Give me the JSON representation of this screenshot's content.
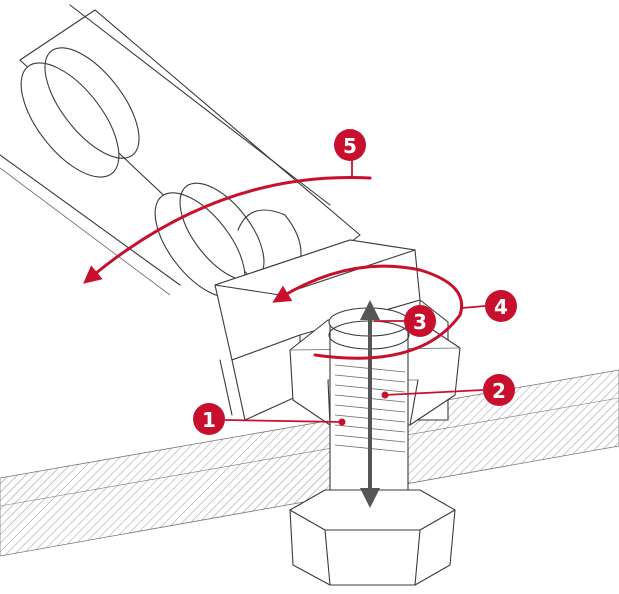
{
  "colors": {
    "accent": "#c8102e",
    "line": "#3a3a3a",
    "gray_arrow": "#555555",
    "hatch": "#8a8a8a"
  },
  "callouts": [
    {
      "id": "1",
      "label": "1"
    },
    {
      "id": "2",
      "label": "2"
    },
    {
      "id": "3",
      "label": "3"
    },
    {
      "id": "4",
      "label": "4"
    },
    {
      "id": "5",
      "label": "5"
    }
  ]
}
